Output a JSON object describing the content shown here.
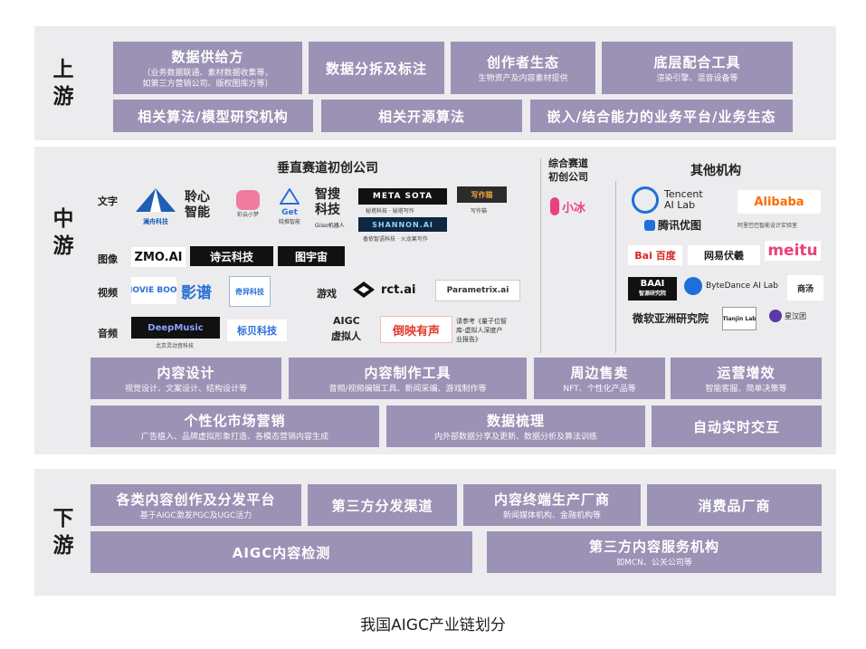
{
  "upstream": {
    "label_chars": [
      "上",
      "游"
    ],
    "row1": [
      {
        "title": "数据供给方",
        "sub1": "（业务数据联通、素材数据收集等，",
        "sub2": "如第三方营销公司、版权图库方等）"
      },
      {
        "title": "数据分拆及标注",
        "sub1": "",
        "sub2": ""
      },
      {
        "title": "创作者生态",
        "sub1": "生物资产及内容素材提供",
        "sub2": ""
      },
      {
        "title": "底层配合工具",
        "sub1": "渲染引擎、混音设备等",
        "sub2": ""
      }
    ],
    "row2": [
      {
        "title": "相关算法/模型研究机构"
      },
      {
        "title": "相关开源算法"
      },
      {
        "title": "嵌入/结合能力的业务平台/业务生态"
      }
    ]
  },
  "midstream": {
    "label_chars": [
      "中",
      "游"
    ],
    "vertical_heading": "垂直赛道初创公司",
    "comprehensive_heading_1": "综合赛道",
    "comprehensive_heading_2": "初创公司",
    "other_heading": "其他机构",
    "categories": {
      "text": "文字",
      "image": "图像",
      "video": "视频",
      "audio": "音频",
      "game": "游戏",
      "aigc_1": "AIGC",
      "aigc_2": "虚拟人"
    },
    "logos": {
      "langboat": "澜舟科技",
      "lingxin_1": "聆心",
      "lingxin_2": "智能",
      "caiyun_cap": "彩云小梦",
      "get_name": "Get",
      "get_cap": "晓推智能",
      "zhisou_1": "智搜",
      "zhisou_2": "科技",
      "zhisou_cap": "Giiso机器人",
      "metasota": "META SOTA",
      "metasota_cap": "秘塔科技 · 秘塔写作",
      "xiezuo": "写作猫",
      "xiezuo_cap": "写作猫",
      "shannon": "SHANNON.AI",
      "shannon_cap": "香依智语科技 · 火龙果写作",
      "zmo": "ZMO.AI",
      "shiyun": "诗云科技",
      "tuyuzhou": "图宇宙",
      "movie": "MOVIE BOOK",
      "yingpu": "影谱",
      "qiyu": "奇异科技",
      "rctai": "rct.ai",
      "parametrix": "Parametrix.ai",
      "deepmusic": "DeepMusic",
      "deepmusic_cap": "北京灵动音科技",
      "biaobei": "标贝科技",
      "daoying": "倒映有声",
      "daoying_note_1": "请参考《量子位智",
      "daoying_note_2": "库-虚拟人深度产",
      "daoying_note_3": "业报告》",
      "xiaobing": "小冰",
      "tencent_1": "Tencent",
      "tencent_2": "AI Lab",
      "tencent_you": "腾讯优图",
      "alibaba": "Alibaba",
      "alibaba_cap": "阿里巴巴智能设计实验室",
      "baidu": "Bai 百度",
      "netease": "网易伏羲",
      "meitu": "meitu",
      "baai": "BAAI",
      "baai_cap": "智源研究院",
      "bytedance": "ByteDance AI Lab",
      "shangtang": "商汤",
      "msra": "微软亚洲研究院",
      "tianjin": "Tianjin Lab",
      "shanghai": "星汉团"
    },
    "row1": [
      {
        "title": "内容设计",
        "sub": "视觉设计、文案设计、结构设计等"
      },
      {
        "title": "内容制作工具",
        "sub": "音频/视频编辑工具、新闻采编、游戏制作等"
      },
      {
        "title": "周边售卖",
        "sub": "NFT、个性化产品等"
      },
      {
        "title": "运营增效",
        "sub": "智能客服、简单决策等"
      }
    ],
    "row2": [
      {
        "title": "个性化市场营销",
        "sub": "广告植入、品牌虚拟形象打造、各模态营销内容生成"
      },
      {
        "title": "数据梳理",
        "sub": "内外部数据分享及更新、数据分析及算法训练"
      },
      {
        "title": "自动实时交互",
        "sub": ""
      }
    ]
  },
  "downstream": {
    "label_chars": [
      "下",
      "游"
    ],
    "row1": [
      {
        "title": "各类内容创作及分发平台",
        "sub": "基于AIGC激发PGC及UGC活力"
      },
      {
        "title": "第三方分发渠道",
        "sub": ""
      },
      {
        "title": "内容终端生产厂商",
        "sub": "新闻媒体机构、金融机构等"
      },
      {
        "title": "消费品厂商",
        "sub": ""
      }
    ],
    "row2": [
      {
        "title": "AIGC内容检测",
        "sub": ""
      },
      {
        "title": "第三方内容服务机构",
        "sub": "如MCN、公关公司等"
      }
    ]
  },
  "caption": "我国AIGC产业链划分",
  "colors": {
    "box": "#9b92b5",
    "section_bg": "#ececef"
  }
}
